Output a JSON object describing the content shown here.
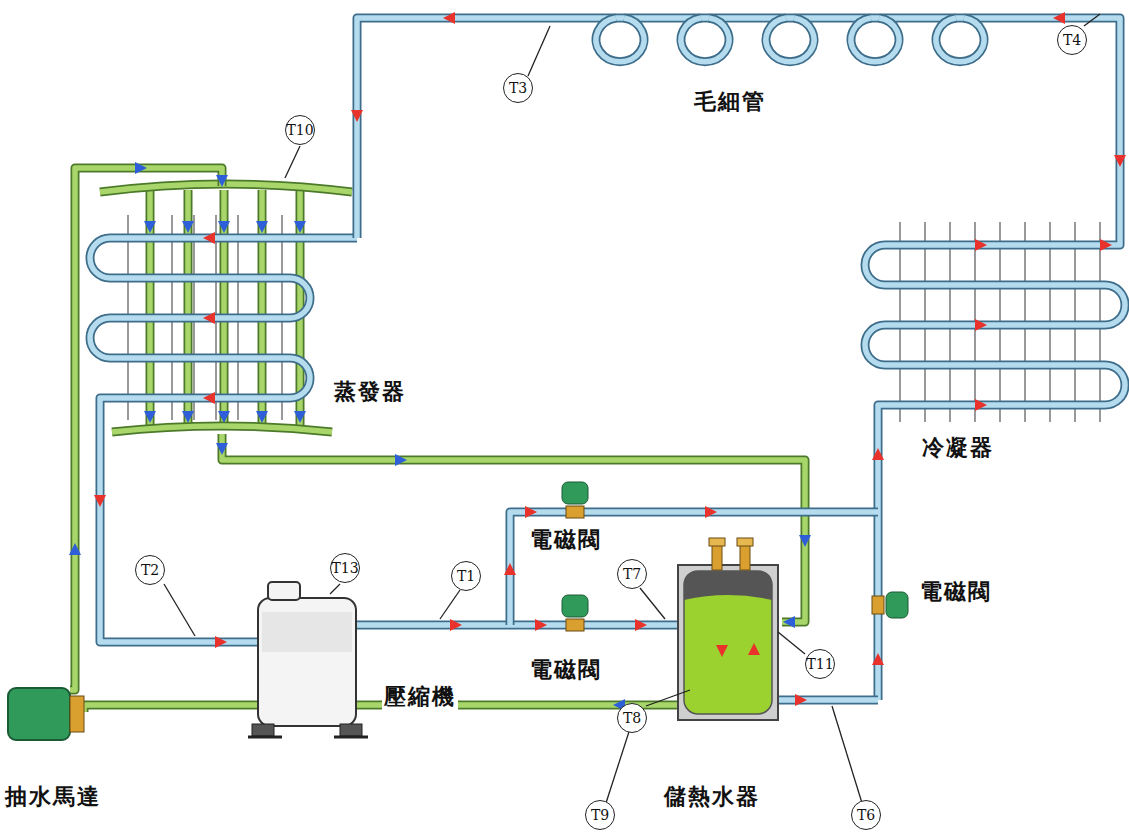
{
  "diagram": {
    "labels": [
      "T3",
      "T4",
      "毛細管",
      "T10",
      "蒸發器",
      "冷凝器",
      "電磁閥",
      "T2",
      "T13",
      "T1",
      "T7",
      "電磁閥",
      "T11",
      "電磁閥",
      "壓縮機",
      "T8",
      "抽水馬達",
      "T9",
      "儲熱水器",
      "T6"
    ]
  }
}
